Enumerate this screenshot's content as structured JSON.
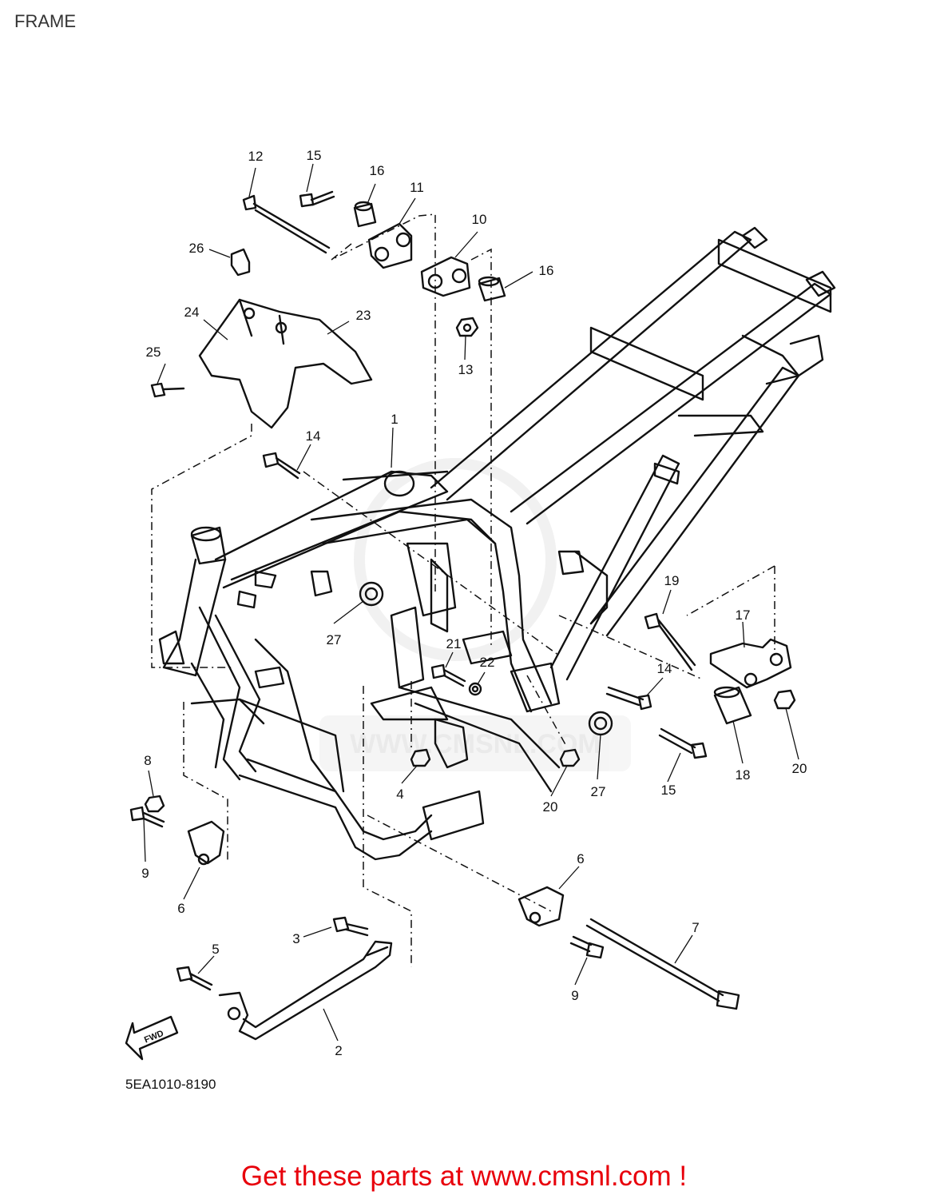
{
  "page": {
    "title": "FRAME",
    "part_code": "5EA1010-8190",
    "promo_link": "Get these parts at www.cmsnl.com !",
    "watermark": "WWW.CMSNL.COM",
    "fwd_label": "FWD"
  },
  "colors": {
    "line": "#111111",
    "promo": "#e8000b",
    "watermark": "#e6e6e6"
  },
  "callouts": [
    {
      "id": "c12",
      "label": "12"
    },
    {
      "id": "c15a",
      "label": "15"
    },
    {
      "id": "c16a",
      "label": "16"
    },
    {
      "id": "c11",
      "label": "11"
    },
    {
      "id": "c10",
      "label": "10"
    },
    {
      "id": "c16b",
      "label": "16"
    },
    {
      "id": "c26",
      "label": "26"
    },
    {
      "id": "c24",
      "label": "24"
    },
    {
      "id": "c23",
      "label": "23"
    },
    {
      "id": "c25",
      "label": "25"
    },
    {
      "id": "c13",
      "label": "13"
    },
    {
      "id": "c1",
      "label": "1"
    },
    {
      "id": "c14a",
      "label": "14"
    },
    {
      "id": "c27a",
      "label": "27"
    },
    {
      "id": "c21",
      "label": "21"
    },
    {
      "id": "c22",
      "label": "22"
    },
    {
      "id": "c19",
      "label": "19"
    },
    {
      "id": "c17",
      "label": "17"
    },
    {
      "id": "c14b",
      "label": "14"
    },
    {
      "id": "c18",
      "label": "18"
    },
    {
      "id": "c20a",
      "label": "20"
    },
    {
      "id": "c15b",
      "label": "15"
    },
    {
      "id": "c27b",
      "label": "27"
    },
    {
      "id": "c20b",
      "label": "20"
    },
    {
      "id": "c4",
      "label": "4"
    },
    {
      "id": "c8",
      "label": "8"
    },
    {
      "id": "c9a",
      "label": "9"
    },
    {
      "id": "c6a",
      "label": "6"
    },
    {
      "id": "c6b",
      "label": "6"
    },
    {
      "id": "c7",
      "label": "7"
    },
    {
      "id": "c3",
      "label": "3"
    },
    {
      "id": "c5",
      "label": "5"
    },
    {
      "id": "c9b",
      "label": "9"
    },
    {
      "id": "c2",
      "label": "2"
    }
  ]
}
